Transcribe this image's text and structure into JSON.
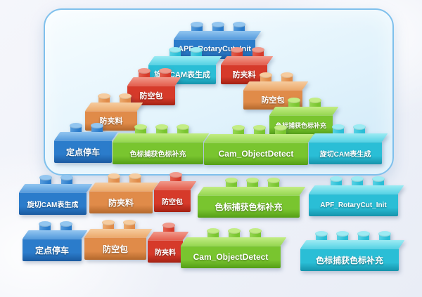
{
  "palette": {
    "blue": "#2b7ccb",
    "cyan": "#2abed6",
    "red": "#d63a2a",
    "orange": "#e08b49",
    "green": "#79c52f",
    "panel_border": "#7fc0ec",
    "panel_fill": "#e2f3fc"
  },
  "panel": {
    "bricks": [
      {
        "label": "APF_RotaryCut_Init"
      },
      {
        "label": "旋切CAM表生成"
      },
      {
        "label": "防夹料"
      },
      {
        "label": "防空包"
      },
      {
        "label": "防空包"
      },
      {
        "label": "防夹料"
      },
      {
        "label": "色标捕获色标补充"
      },
      {
        "label": "定点停车"
      },
      {
        "label": "色标捕获色标补充"
      },
      {
        "label": "Cam_ObjectDetect"
      },
      {
        "label": "旋切CAM表生成"
      }
    ]
  },
  "tray": {
    "row1": [
      {
        "label": "旋切CAM表生成"
      },
      {
        "label": "防夹料"
      },
      {
        "label": "防空包"
      },
      {
        "label": "色标捕获色标补充"
      },
      {
        "label": "APF_RotaryCut_Init"
      }
    ],
    "row2": [
      {
        "label": "定点停车"
      },
      {
        "label": "防空包"
      },
      {
        "label": "防夹料"
      },
      {
        "label": "Cam_ObjectDetect"
      },
      {
        "label": "色标捕获色标补充"
      }
    ]
  }
}
